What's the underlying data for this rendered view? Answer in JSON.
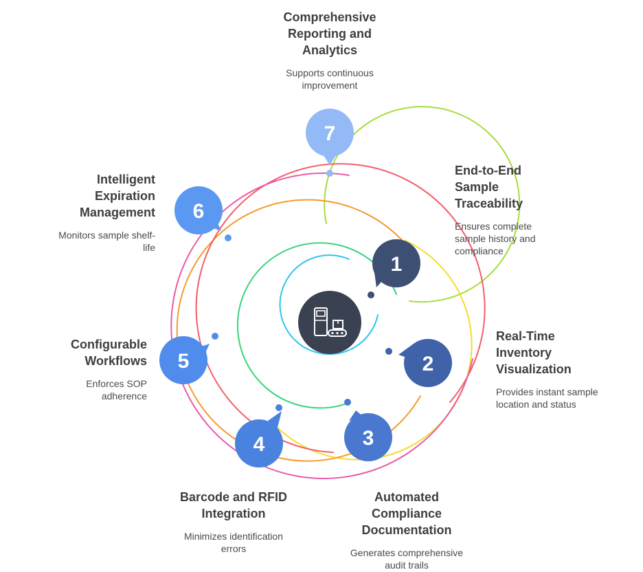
{
  "diagram": {
    "center_icon": "sample-management-icon",
    "steps": [
      {
        "number": "1",
        "title": "End-to-End Sample Traceability",
        "title_lines": [
          "End-to-End",
          "Sample",
          "Traceability"
        ],
        "description": "Ensures complete sample history and compliance",
        "desc_lines": [
          "Ensures complete",
          "sample history and",
          "compliance"
        ],
        "color": "#3d4f72"
      },
      {
        "number": "2",
        "title": "Real-Time Inventory Visualization",
        "title_lines": [
          "Real-Time",
          "Inventory",
          "Visualization"
        ],
        "description": "Provides instant sample location and status",
        "desc_lines": [
          "Provides instant sample",
          "location and status"
        ],
        "color": "#3f62a8"
      },
      {
        "number": "3",
        "title": "Automated Compliance Documentation",
        "title_lines": [
          "Automated",
          "Compliance",
          "Documentation"
        ],
        "description": "Generates comprehensive audit trails",
        "desc_lines": [
          "Generates comprehensive",
          "audit trails"
        ],
        "color": "#4a78d0"
      },
      {
        "number": "4",
        "title": "Barcode and RFID Integration",
        "title_lines": [
          "Barcode and RFID",
          "Integration"
        ],
        "description": "Minimizes identification errors",
        "desc_lines": [
          "Minimizes identification",
          "errors"
        ],
        "color": "#4a82e0"
      },
      {
        "number": "5",
        "title": "Configurable Workflows",
        "title_lines": [
          "Configurable",
          "Workflows"
        ],
        "description": "Enforces SOP adherence",
        "desc_lines": [
          "Enforces SOP",
          "adherence"
        ],
        "color": "#4f8ceb"
      },
      {
        "number": "6",
        "title": "Intelligent Expiration Management",
        "title_lines": [
          "Intelligent",
          "Expiration",
          "Management"
        ],
        "description": "Monitors sample shelf-life",
        "desc_lines": [
          "Monitors sample shelf-",
          "life"
        ],
        "color": "#5b98f2"
      },
      {
        "number": "7",
        "title": "Comprehensive Reporting and Analytics",
        "title_lines": [
          "Comprehensive",
          "Reporting and",
          "Analytics"
        ],
        "description": "Supports continuous improvement",
        "desc_lines": [
          "Supports continuous",
          "improvement"
        ],
        "color": "#93baf6"
      }
    ],
    "ring_colors": [
      "#2ec4f0",
      "#36d47a",
      "#a6dd3a",
      "#f5dc2a",
      "#f59a2c",
      "#f25e6a",
      "#e95aa8"
    ]
  }
}
